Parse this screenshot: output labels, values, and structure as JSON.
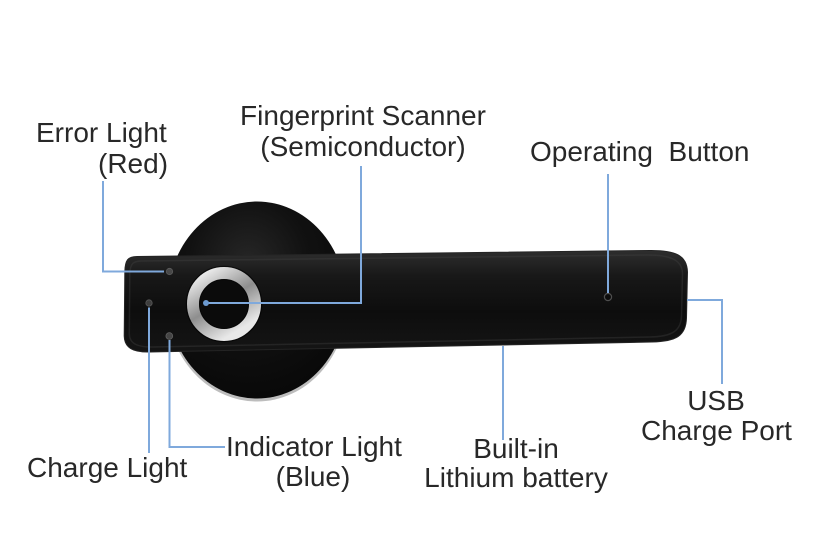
{
  "figure": {
    "background": "#ffffff",
    "leader_line_color": "#7FA9DC",
    "label_text_color": "#282828",
    "device_body_color": "#101010",
    "scanner_ring_color": "#c9c9c9"
  },
  "labels": {
    "error_light": {
      "line1": "Error Light",
      "line2": "(Red)"
    },
    "fingerprint_scanner": {
      "line1": "Fingerprint Scanner",
      "line2": "(Semiconductor)"
    },
    "operating_button": {
      "text": "Operating  Button"
    },
    "usb_charge_port": {
      "line1": "USB",
      "line2": "Charge Port"
    },
    "built_in_battery": {
      "line1": "Built-in",
      "line2": "Lithium battery"
    },
    "indicator_light": {
      "line1": "Indicator Light",
      "line2": "(Blue)"
    },
    "charge_light": {
      "text": "Charge Light"
    }
  }
}
